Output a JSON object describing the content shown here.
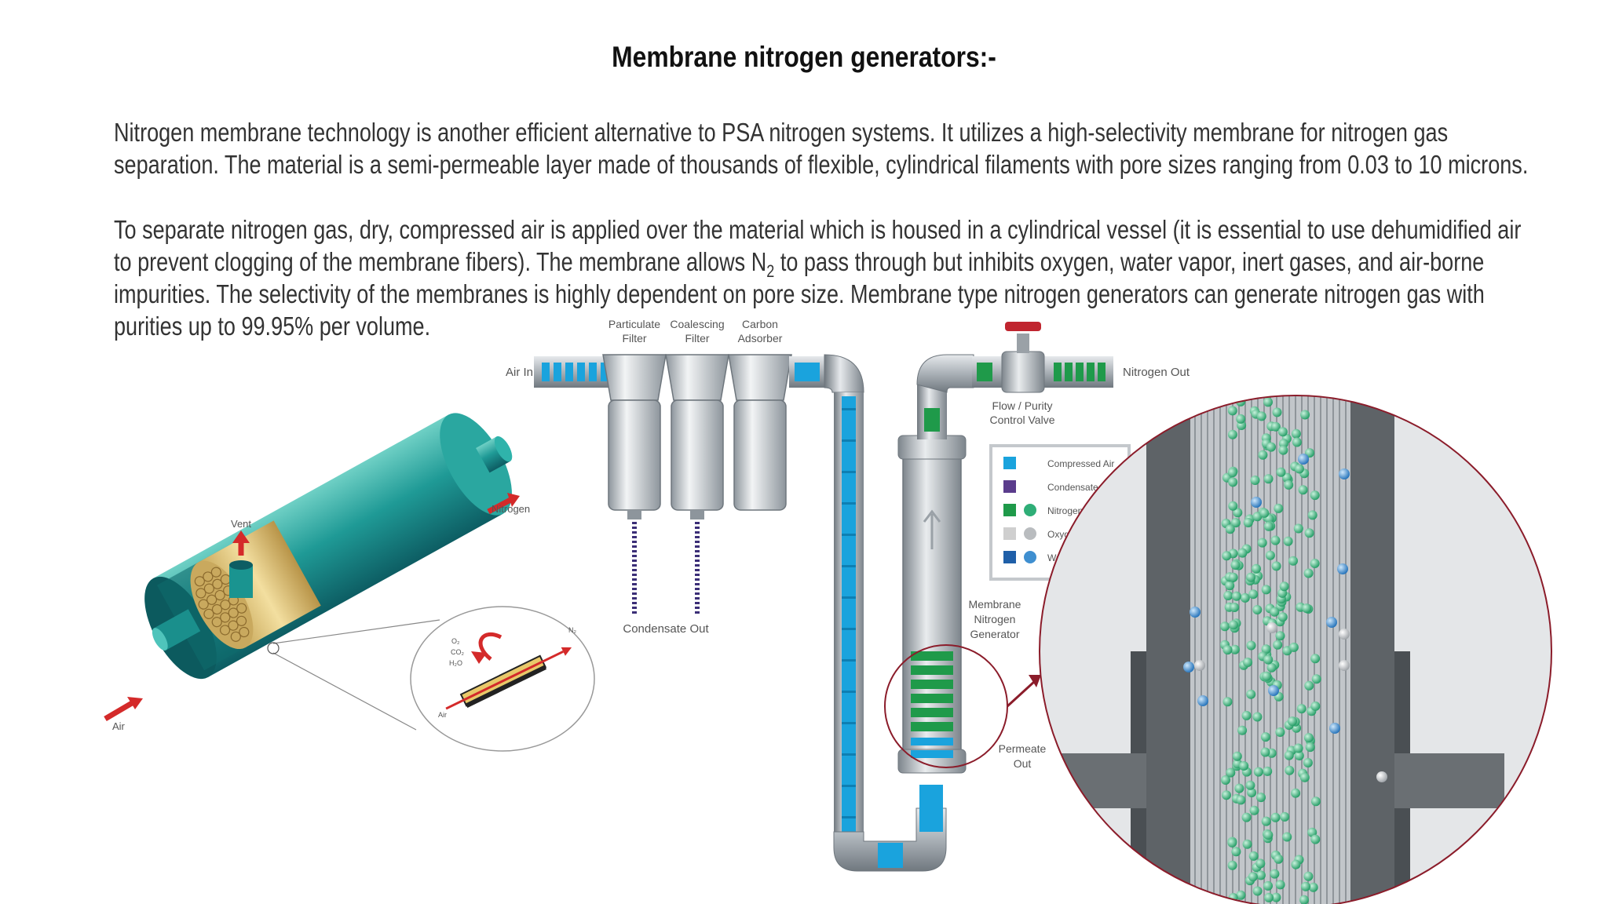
{
  "title": "Membrane nitrogen generators:-",
  "paragraph1": [
    "Nitrogen membrane technology is another efficient alternative to PSA nitrogen systems. It utilizes a high-selectivity membrane for nitrogen gas",
    "separation. The material is a semi-permeable layer made of thousands of flexible, cylindrical filaments with pore sizes ranging from 0.03 to 10 microns."
  ],
  "paragraph2": {
    "line1": "To separate nitrogen gas, dry, compressed air is applied over the material which is housed in a cylindrical vessel (it is essential to use dehumidified air",
    "line2_pre": "to prevent clogging of the membrane fibers). The membrane allows N",
    "line2_sub": "2",
    "line2_post": " to pass through but inhibits oxygen, water vapor, inert gases, and air-borne",
    "line3": "impurities. The selectivity of the membranes is highly dependent on pore size. Membrane type nitrogen generators can generate nitrogen gas with",
    "line4": "purities up to 99.95% per volume."
  },
  "left_diagram": {
    "vent": "Vent",
    "nitrogen": "Nitrogen",
    "air": "Air",
    "inset_o2": "O₂",
    "inset_co2": "CO₂",
    "inset_h2o": "H₂O",
    "inset_n2": "N₂",
    "inset_air": "Air"
  },
  "right_diagram": {
    "particulate_filter": [
      "Particulate",
      "Filter"
    ],
    "coalescing_filter": [
      "Coalescing",
      "Filter"
    ],
    "carbon_adsorber": [
      "Carbon",
      "Adsorber"
    ],
    "air_in": "Air In",
    "nitrogen_out": "Nitrogen Out",
    "flow_purity": [
      "Flow / Purity",
      "Control Valve"
    ],
    "condensate_out": "Condensate Out",
    "membrane_generator": [
      "Membrane",
      "Nitrogen",
      "Generator"
    ],
    "permeate_out": [
      "Permeate",
      "Out"
    ]
  },
  "legend": [
    {
      "label": "Compressed Air",
      "color": "#1aa3dd",
      "ball": false
    },
    {
      "label": "Condensate",
      "color": "#5a3c8c",
      "ball": false
    },
    {
      "label": "Nitrogen",
      "color": "#1f9a4a",
      "ball": true,
      "ball_color": "#2fae77"
    },
    {
      "label": "Oxygen",
      "color": "#cfcfcf",
      "ball": true,
      "ball_color": "#b9bcbf"
    },
    {
      "label": "Water Vapor",
      "color": "#1f5fa8",
      "ball": true,
      "ball_color": "#3f8fd0"
    }
  ],
  "colors": {
    "air_blue": "#1aa3dd",
    "nitrogen_green": "#1f9a4a",
    "arrow_red": "#d42a2a",
    "vessel_teal": "#1f9a96",
    "pipe_gray": "#b8bec4"
  }
}
